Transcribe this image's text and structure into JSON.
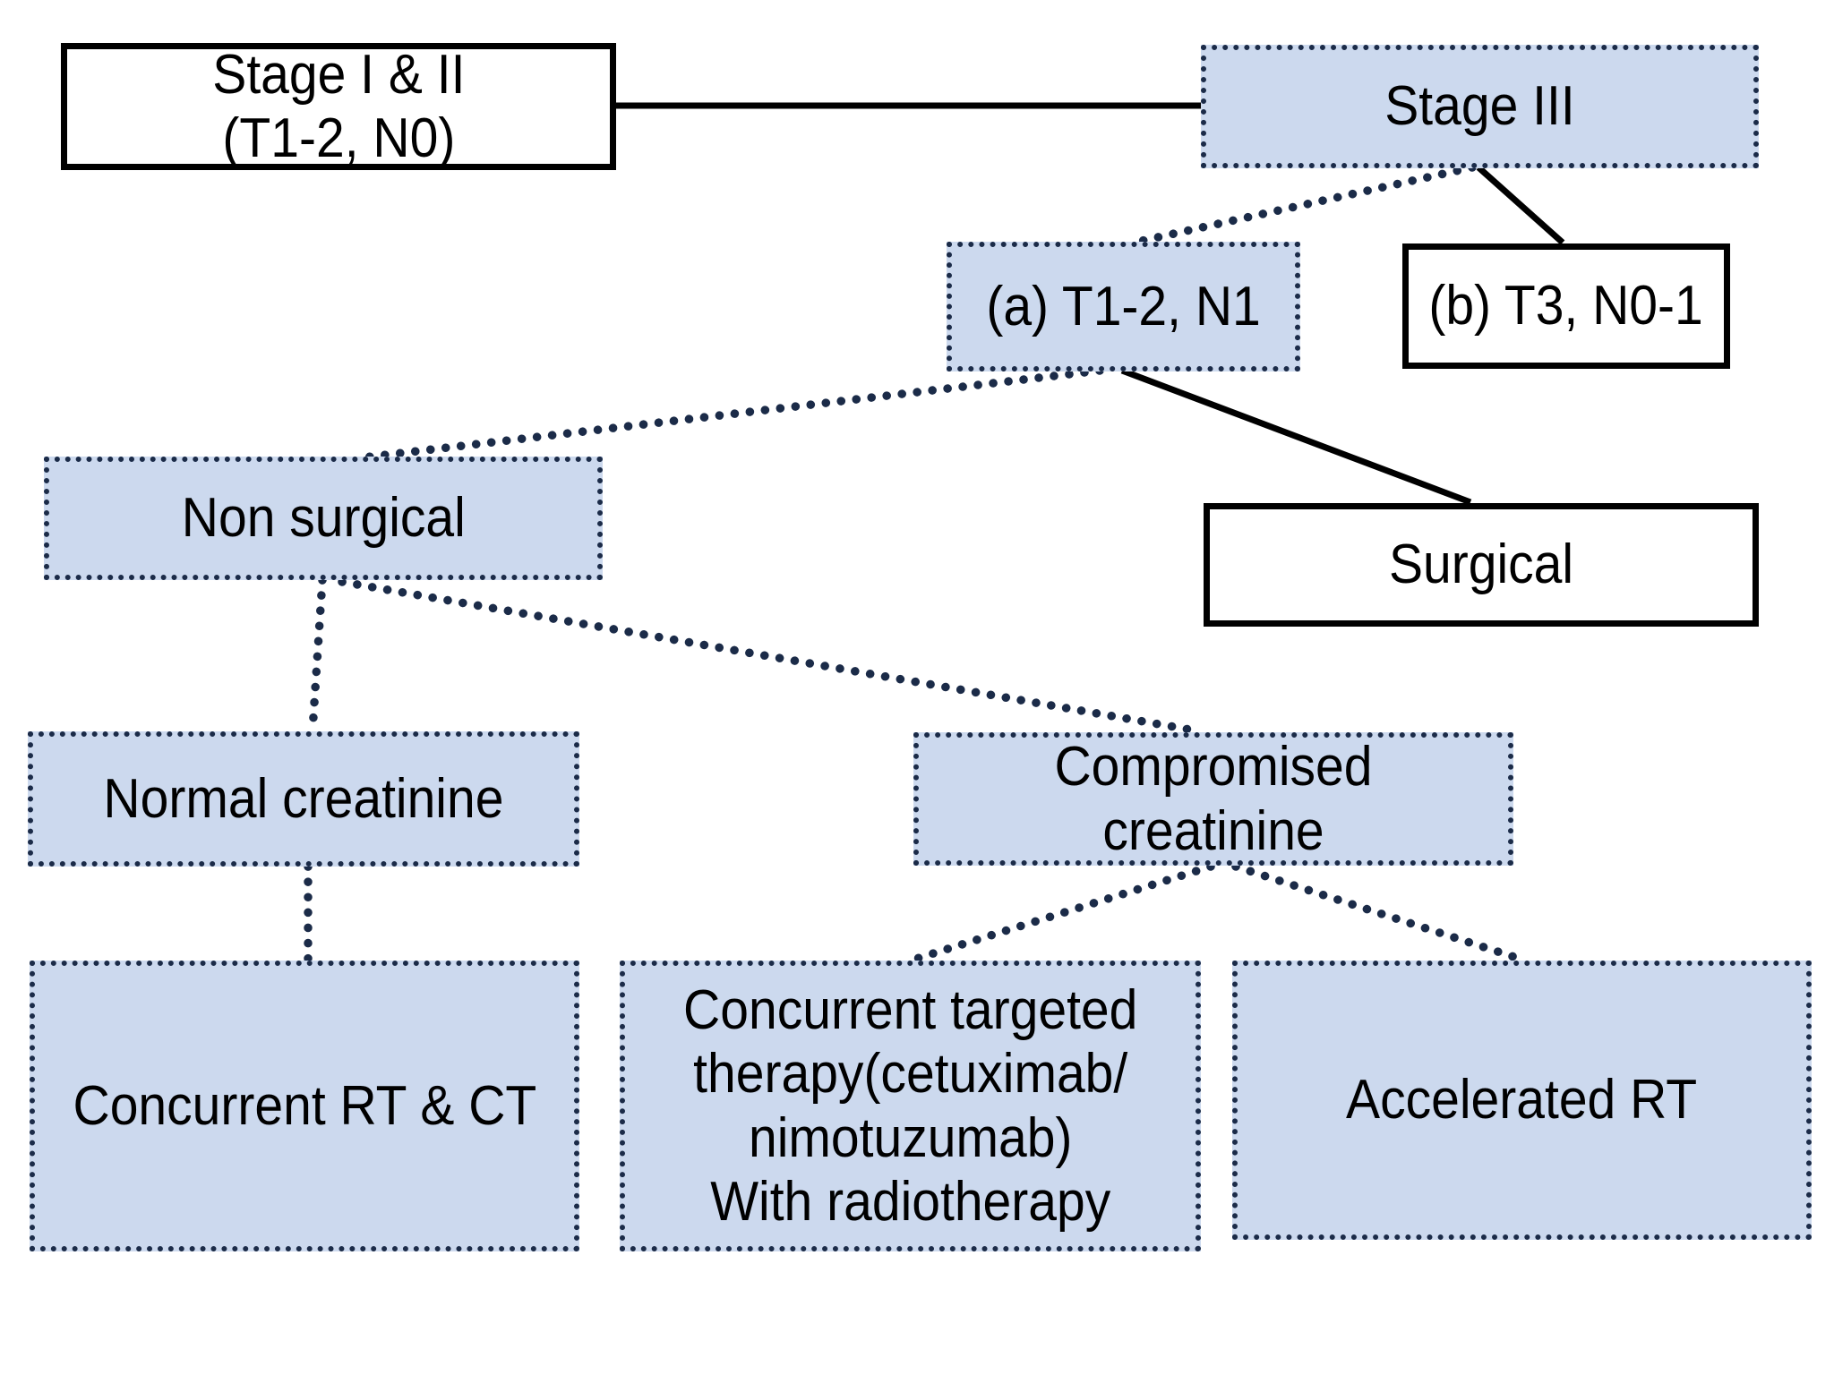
{
  "diagram": {
    "nodes": {
      "stage12": {
        "label": "Stage I & II\n(T1-2, N0)"
      },
      "stage3": {
        "label": "Stage III"
      },
      "aT12N1": {
        "label": "(a) T1-2, N1"
      },
      "bT3N01": {
        "label": "(b) T3, N0-1"
      },
      "nonSurgical": {
        "label": "Non surgical"
      },
      "surgical": {
        "label": "Surgical"
      },
      "normalCreatinine": {
        "label": "Normal creatinine"
      },
      "compromisedCreatinine": {
        "label": "Compromised creatinine"
      },
      "concurrentRtCt": {
        "label": "Concurrent RT & CT"
      },
      "concurrentTargeted": {
        "label": "Concurrent targeted\ntherapy(cetuximab/\nnimotuzumab)\nWith radiotherapy"
      },
      "acceleratedRt": {
        "label": "Accelerated RT"
      }
    }
  },
  "colors": {
    "background": "#ffffff",
    "nodeFill": "#ccd9ee",
    "dottedBorder": "#1b2b48",
    "solidBorder": "#000000",
    "lineSolid": "#000000",
    "lineDotted": "#1b2b48"
  }
}
